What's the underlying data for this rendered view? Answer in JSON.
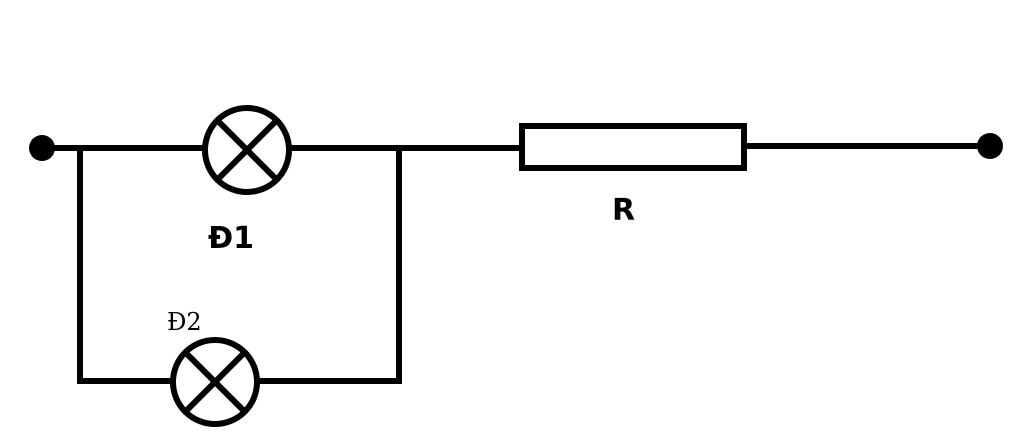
{
  "diagram": {
    "labels": {
      "lamp1": "Đ1",
      "lamp2": "Đ2",
      "resistor": "R"
    },
    "components": [
      {
        "id": "lamp1",
        "type": "lamp-icon"
      },
      {
        "id": "lamp2",
        "type": "lamp-icon"
      },
      {
        "id": "resistor",
        "type": "resistor"
      },
      {
        "id": "terminal-left",
        "type": "terminal-node"
      },
      {
        "id": "terminal-right",
        "type": "terminal-node"
      }
    ],
    "colors": {
      "stroke": "#000000",
      "background": "#ffffff"
    }
  }
}
